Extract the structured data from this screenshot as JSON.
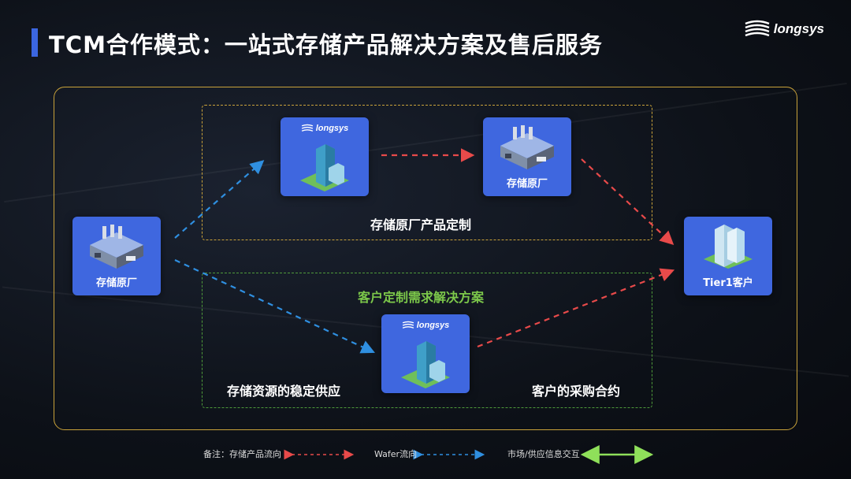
{
  "header": {
    "title": "TCM合作模式：一站式存储产品解决方案及售后服务",
    "brand": "longsys"
  },
  "nodes": {
    "factory_left": {
      "label": "存储原厂"
    },
    "longsys_top": {
      "logo": "longsys"
    },
    "factory_top": {
      "label": "存储原厂"
    },
    "customer": {
      "label": "Tier1客户"
    },
    "longsys_bottom": {
      "logo": "longsys"
    }
  },
  "captions": {
    "top_zone": "存储原厂产品定制",
    "middle": "客户定制需求解决方案",
    "bottom_left": "存储资源的稳定供应",
    "bottom_right": "客户的采购合约"
  },
  "legend": {
    "note_label": "备注：存储产品流向",
    "wafer_label": "Wafer流向",
    "info_label": "市场/供应信息交互"
  },
  "colors": {
    "accent_blue": "#3f67df",
    "product_flow": "#e84a4a",
    "wafer_flow": "#2f8fe0",
    "info_flow": "#7cc84a",
    "frame": "#c9a23a"
  },
  "icons": {
    "factory": "factory-icon",
    "office": "office-building-icon",
    "logo": "longsys-logo-icon"
  }
}
